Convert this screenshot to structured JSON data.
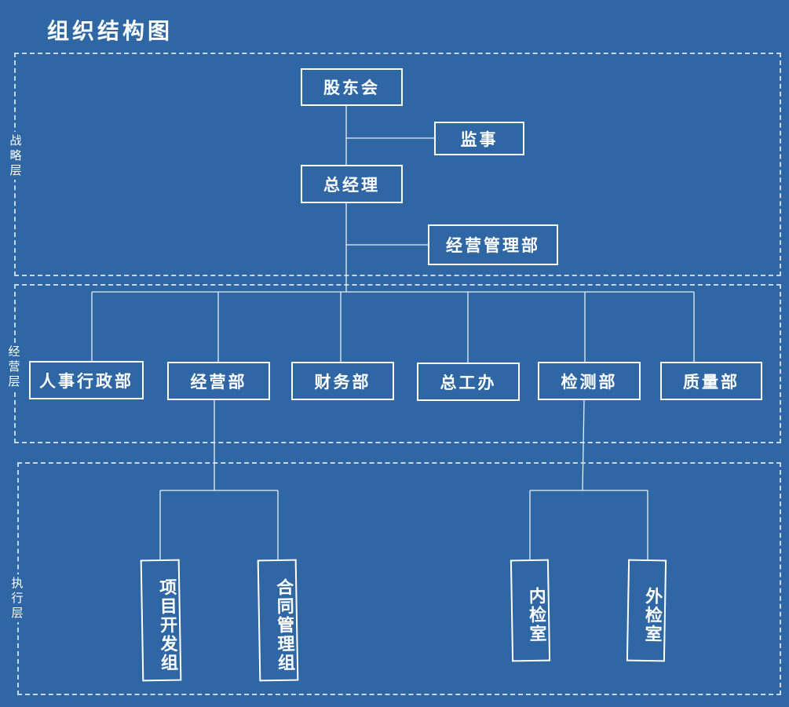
{
  "title": "组织结构图",
  "layers": {
    "strategy": "战略层",
    "operation": "经营层",
    "execution": "执行层"
  },
  "nodes": {
    "shareholders": "股东会",
    "supervisor": "监事",
    "general_manager": "总经理",
    "operation_management": "经营管理部",
    "hr_admin": "人事行政部",
    "operations_dept": "经营部",
    "finance": "财务部",
    "chief_engineer_office": "总工办",
    "inspection_dept": "检测部",
    "quality": "质量部",
    "project_dev_group": "项目开发组",
    "contract_mgmt_group": "合同管理组",
    "internal_lab": "内检室",
    "external_lab": "外检室"
  },
  "colors": {
    "background": "#2f67a4",
    "border": "#ffffff",
    "dashed_border": "#c8d6e8"
  }
}
